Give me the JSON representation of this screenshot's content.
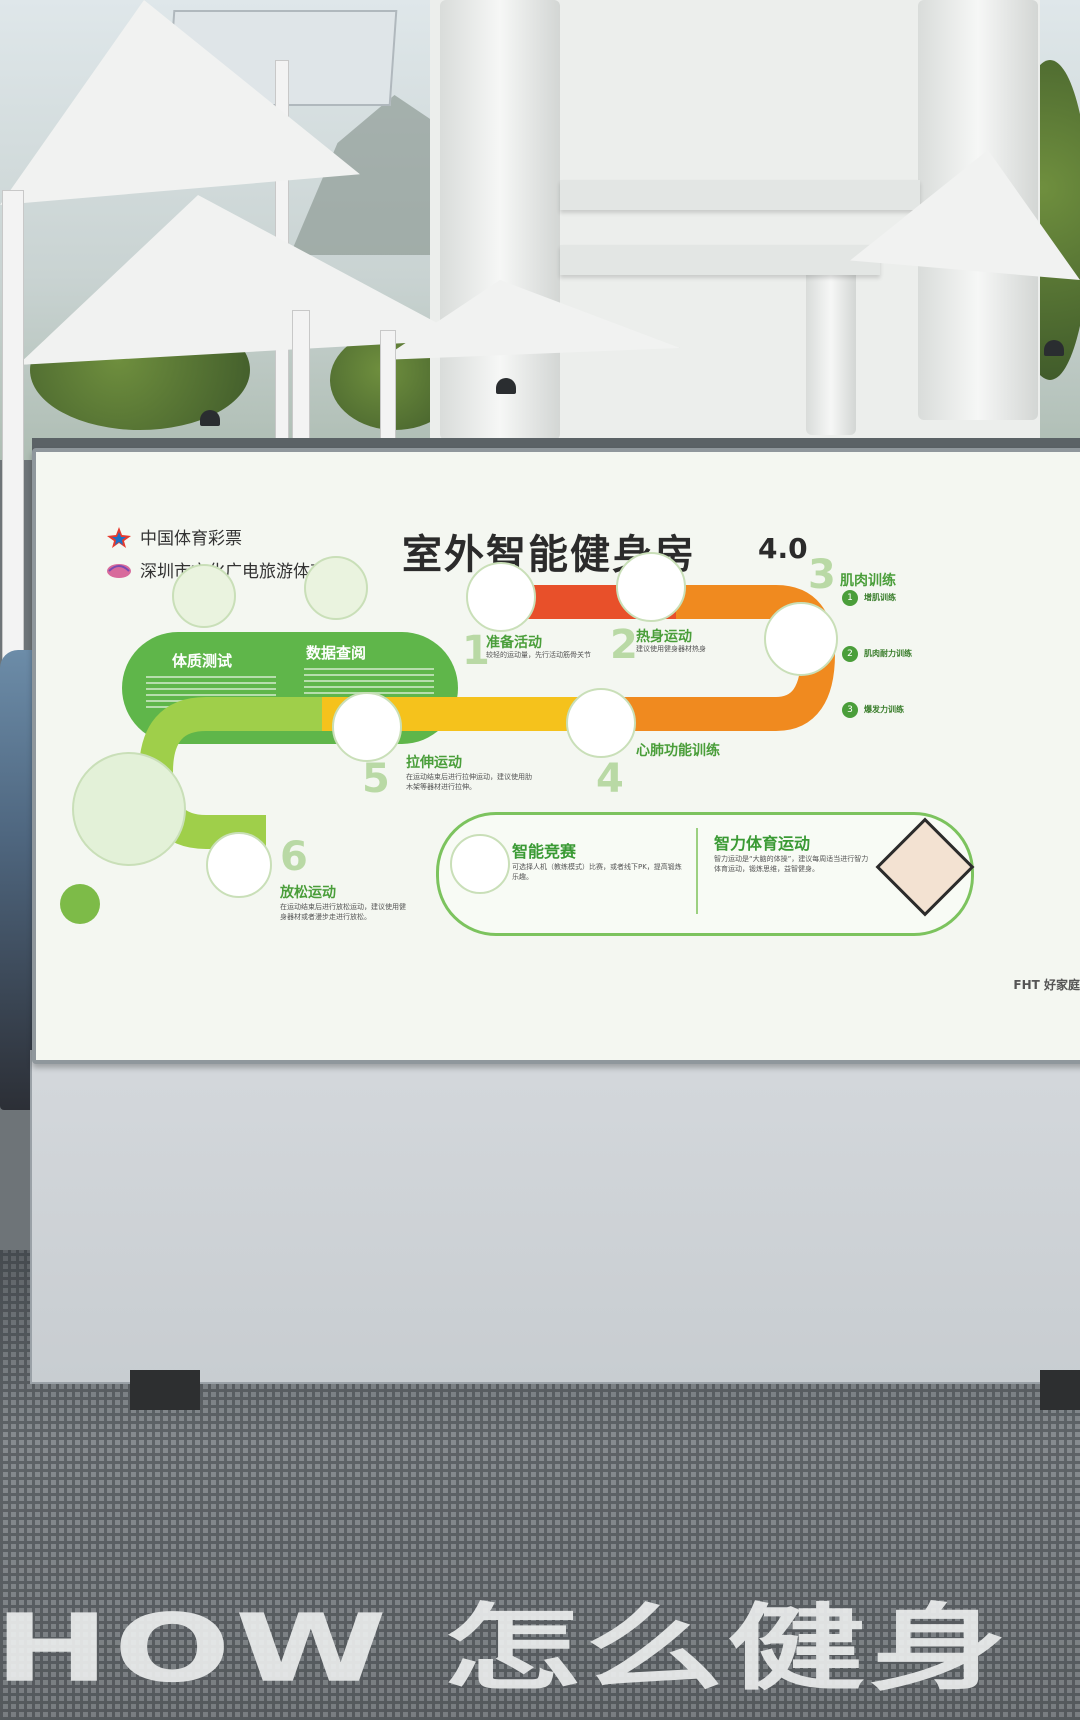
{
  "board": {
    "sponsor_1": "中国体育彩票",
    "sponsor_2": "深圳市文化广电旅游体育局",
    "title": "室外智能健身房",
    "version": "4.0",
    "pill": {
      "left_title": "体质测试",
      "right_title": "数据查阅"
    },
    "steps": [
      {
        "num": "1",
        "title": "准备活动",
        "desc": "较轻的运动量，先行活动筋骨关节"
      },
      {
        "num": "2",
        "title": "热身运动",
        "desc": "建议使用健身器材热身"
      },
      {
        "num": "3",
        "title": "肌肉训练"
      },
      {
        "num": "4",
        "title": "心肺功能训练"
      },
      {
        "num": "5",
        "title": "拉伸运动",
        "desc": "在运动结束后进行拉伸运动，建议使用肋木架等器材进行拉伸。"
      },
      {
        "num": "6",
        "title": "放松运动",
        "desc": "在运动结束后进行放松运动，建议使用健身器材或者漫步走进行放松。"
      }
    ],
    "muscle": {
      "items": [
        {
          "n": "1",
          "title": "增肌训练"
        },
        {
          "n": "2",
          "title": "肌肉耐力训练"
        },
        {
          "n": "3",
          "title": "爆发力训练"
        }
      ]
    },
    "compete": {
      "title_left": "智能竞赛",
      "desc_left": "可选择人机（教练模式）比赛，或者线下PK，提高锻炼乐趣。",
      "title_right": "智力体育运动",
      "desc_right": "智力运动是“大脑的体操”，建议每周适当进行智力体育运动，锻炼思维，益智健身。"
    },
    "brand": "FHT 好家庭"
  },
  "floor": {
    "text": "HOW 怎么健身"
  },
  "colors": {
    "track_red": "#e8502a",
    "track_orange": "#f08a1f",
    "track_yellow": "#f5c21c",
    "accent_green": "#5fb64a"
  }
}
